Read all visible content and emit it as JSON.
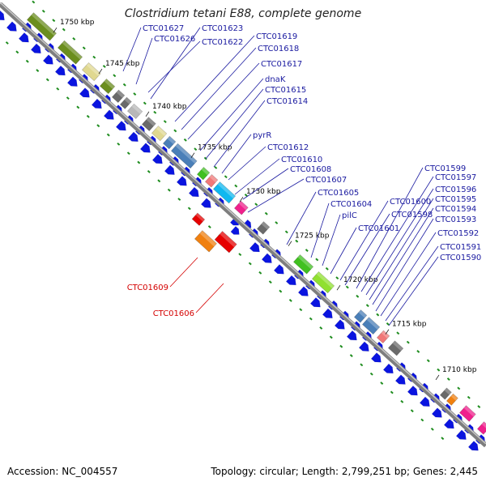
{
  "title": "Clostridium tetani E88, complete genome",
  "footer": {
    "accession": "Accession: NC_004557",
    "topology": "Topology: circular; Length: 2,799,251 bp; Genes: 2,445"
  },
  "colors": {
    "backbone": "#8c8c8c",
    "forward_gene": "#0a14e0",
    "reverse_gene": "#e60000",
    "reverse_label": "#d40000",
    "label": "#1a1aa0",
    "tick": "#1e8c1e"
  },
  "ticks": [
    {
      "label": "1750 kbp"
    },
    {
      "label": "1745 kbp"
    },
    {
      "label": "1740 kbp"
    },
    {
      "label": "1735 kbp"
    },
    {
      "label": "1730 kbp"
    },
    {
      "label": "1725 kbp"
    },
    {
      "label": "1720 kbp"
    },
    {
      "label": "1715 kbp"
    },
    {
      "label": "1710 kbp"
    }
  ],
  "labels": [
    {
      "text": "CTC01627"
    },
    {
      "text": "CTC01626"
    },
    {
      "text": "CTC01623"
    },
    {
      "text": "CTC01622"
    },
    {
      "text": "CTC01619"
    },
    {
      "text": "CTC01618"
    },
    {
      "text": "CTC01617"
    },
    {
      "text": "dnaK"
    },
    {
      "text": "CTC01615"
    },
    {
      "text": "CTC01614"
    },
    {
      "text": "pyrR"
    },
    {
      "text": "CTC01612"
    },
    {
      "text": "CTC01610"
    },
    {
      "text": "CTC01608"
    },
    {
      "text": "CTC01607"
    },
    {
      "text": "CTC01605"
    },
    {
      "text": "CTC01604"
    },
    {
      "text": "pilC"
    },
    {
      "text": "CTC01601"
    },
    {
      "text": "CTC01600"
    },
    {
      "text": "CTC01598"
    },
    {
      "text": "CTC01599"
    },
    {
      "text": "CTC01597"
    },
    {
      "text": "CTC01596"
    },
    {
      "text": "CTC01595"
    },
    {
      "text": "CTC01594"
    },
    {
      "text": "CTC01593"
    },
    {
      "text": "CTC01592"
    },
    {
      "text": "CTC01591"
    },
    {
      "text": "CTC01590"
    },
    {
      "text": "CTC01609"
    },
    {
      "text": "CTC01606"
    }
  ],
  "feature_colors": {
    "olive": "#6b8e1e",
    "khaki": "#e0d890",
    "gray": "#6a6a6a",
    "lightgray": "#b8b8b8",
    "steel": "#4a7fb8",
    "cyan": "#10b8f0",
    "green": "#40c020",
    "lime": "#90e030",
    "salmon": "#f07878",
    "magenta": "#f0208c",
    "orange": "#f08010",
    "red": "#e60000"
  }
}
